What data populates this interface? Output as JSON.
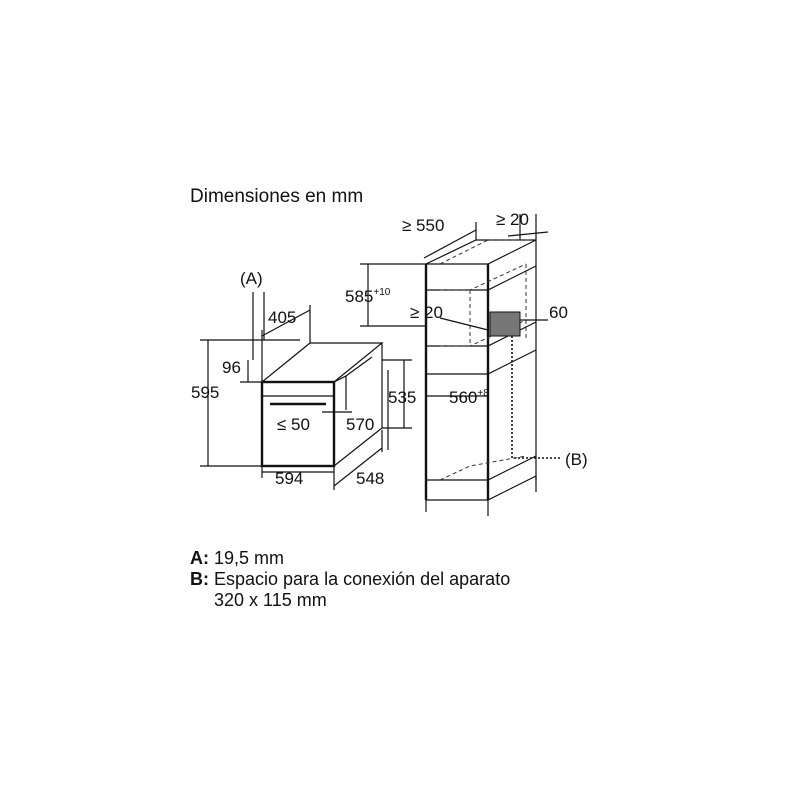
{
  "title": "Dimensiones en mm",
  "labels": {
    "A": "(A)",
    "B": "(B)",
    "d405": "405",
    "d96": "96",
    "d595": "595",
    "d50": "≤ 50",
    "d570": "570",
    "d535": "535",
    "d594": "594",
    "d548": "548",
    "d550": "≥ 550",
    "d20top": "≥ 20",
    "d585": "585",
    "d585sup": "+10",
    "d20mid": "≥ 20",
    "d60": "60",
    "d560": "560",
    "d560sup": "+8"
  },
  "legend": [
    {
      "key": "A:",
      "text": "19,5 mm"
    },
    {
      "key": "B:",
      "text": "Espacio para la conexión del aparato",
      "cont": "320 x 115 mm"
    }
  ]
}
